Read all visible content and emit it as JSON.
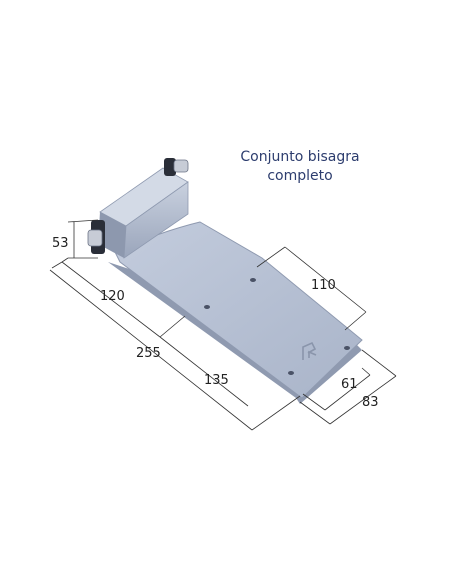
{
  "title": {
    "line1": "Conjunto bisagra",
    "line2": "completo"
  },
  "dimensions": {
    "height": "53",
    "hinge_length": "120",
    "total_length": "255",
    "leaf_length": "135",
    "hole_spacing": "110",
    "inner_width": "61",
    "outer_width": "83"
  },
  "colors": {
    "plate": "#b7c1d4",
    "plate_edge": "#8f9ab0",
    "title": "#2d3d6e",
    "dim_line": "#333333"
  },
  "logo_icon": "manufacturer-logo-icon"
}
